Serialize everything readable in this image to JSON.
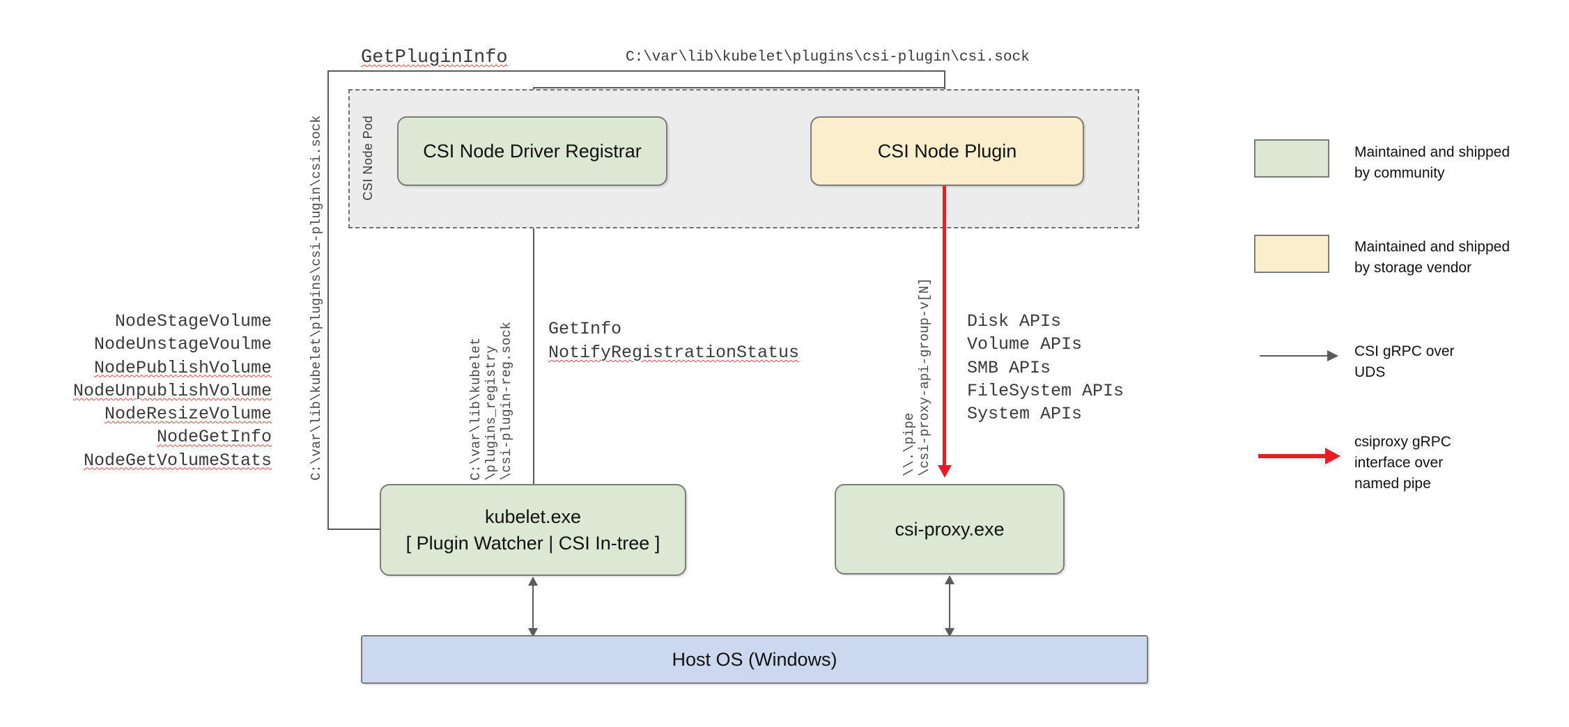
{
  "diagram": {
    "title_labels": {
      "get_plugin_info": "GetPluginInfo",
      "csi_sock_path": "C:\\var\\lib\\kubelet\\plugins\\csi-plugin\\csi.sock"
    },
    "pod": {
      "label": "CSI Node Pod"
    },
    "nodes": {
      "registrar": "CSI Node Driver Registrar",
      "node_plugin": "CSI Node Plugin",
      "kubelet_line1": "kubelet.exe",
      "kubelet_line2": "[ Plugin Watcher | CSI In-tree ]",
      "csi_proxy": "csi-proxy.exe",
      "host_os": "Host OS (Windows)"
    },
    "vertical_labels": {
      "left_socket": "C:\\var\\lib\\kubelet\\plugins\\csi-plugin\\csi.sock",
      "registry_socket": [
        "C:\\var\\lib\\kubelet",
        "\\plugins_registry",
        "\\csi-plugin-reg.sock"
      ],
      "named_pipe": [
        "\\\\.\\pipe",
        "\\csi-proxy-api-group-v[N]"
      ]
    },
    "registration_calls": {
      "get_info": "GetInfo",
      "notify": "NotifyRegistrationStatus"
    },
    "node_api_calls": [
      {
        "label": "NodeStageVolume",
        "misspelled": false
      },
      {
        "label": "NodeUnstageVoulme",
        "misspelled": false
      },
      {
        "label": "NodePublishVolume",
        "misspelled": true
      },
      {
        "label": "NodeUnpublishVolume",
        "misspelled": true
      },
      {
        "label": "NodeResizeVolume",
        "misspelled": true
      },
      {
        "label": "NodeGetInfo",
        "misspelled": true
      },
      {
        "label": "NodeGetVolumeStats",
        "misspelled": true
      }
    ],
    "proxy_api_groups": [
      "Disk APIs",
      "Volume APIs",
      "SMB APIs",
      "FileSystem APIs",
      "System APIs"
    ],
    "legend": [
      {
        "kind": "swatch",
        "color": "#dce8d3",
        "lines": [
          "Maintained and shipped",
          "by community"
        ]
      },
      {
        "kind": "swatch",
        "color": "#fbeecd",
        "lines": [
          "Maintained and shipped",
          "by storage vendor"
        ]
      },
      {
        "kind": "arrow",
        "color": "#5a5a5a",
        "lines": [
          "CSI gRPC over",
          "UDS"
        ]
      },
      {
        "kind": "arrow",
        "color": "#ec1c24",
        "lines": [
          "csiproxy gRPC",
          "interface over",
          "named pipe"
        ]
      }
    ],
    "colors": {
      "community_green": "#dce8d3",
      "vendor_yellow": "#fbeecd",
      "host_blue": "#ccd8f0",
      "pod_grey": "#ececec",
      "line_grey": "#5a5a5a",
      "accent_red": "#ec1c24"
    }
  }
}
